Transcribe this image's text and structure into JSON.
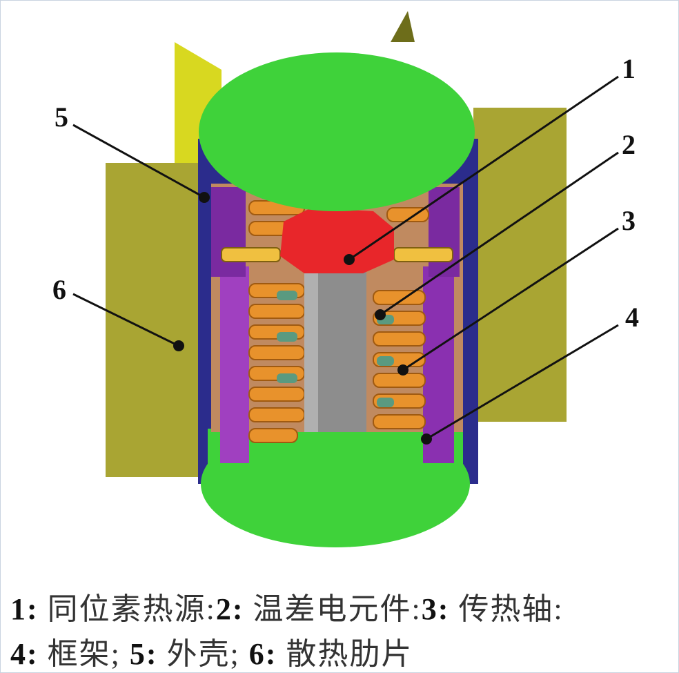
{
  "callouts": [
    "1",
    "2",
    "3",
    "4",
    "5",
    "6"
  ],
  "caption": {
    "line1": [
      {
        "num": "1:",
        "text": " 同位素热源:"
      },
      {
        "num": "2:",
        "text": " 温差电元件:"
      },
      {
        "num": "3:",
        "text": " 传热轴:"
      }
    ],
    "line2": [
      {
        "num": "4:",
        "text": " 框架; "
      },
      {
        "num": "5:",
        "text": " 外壳; "
      },
      {
        "num": "6:",
        "text": " 散热肋片"
      }
    ]
  },
  "colors": {
    "shell": "#3fd23a",
    "heat_source": "#e8262a",
    "fin": "#a8a832",
    "frame": "#a040c0",
    "casing": "#2a2a8a",
    "shaft": "#8d8d8d",
    "thermo": "#e08a2a"
  }
}
